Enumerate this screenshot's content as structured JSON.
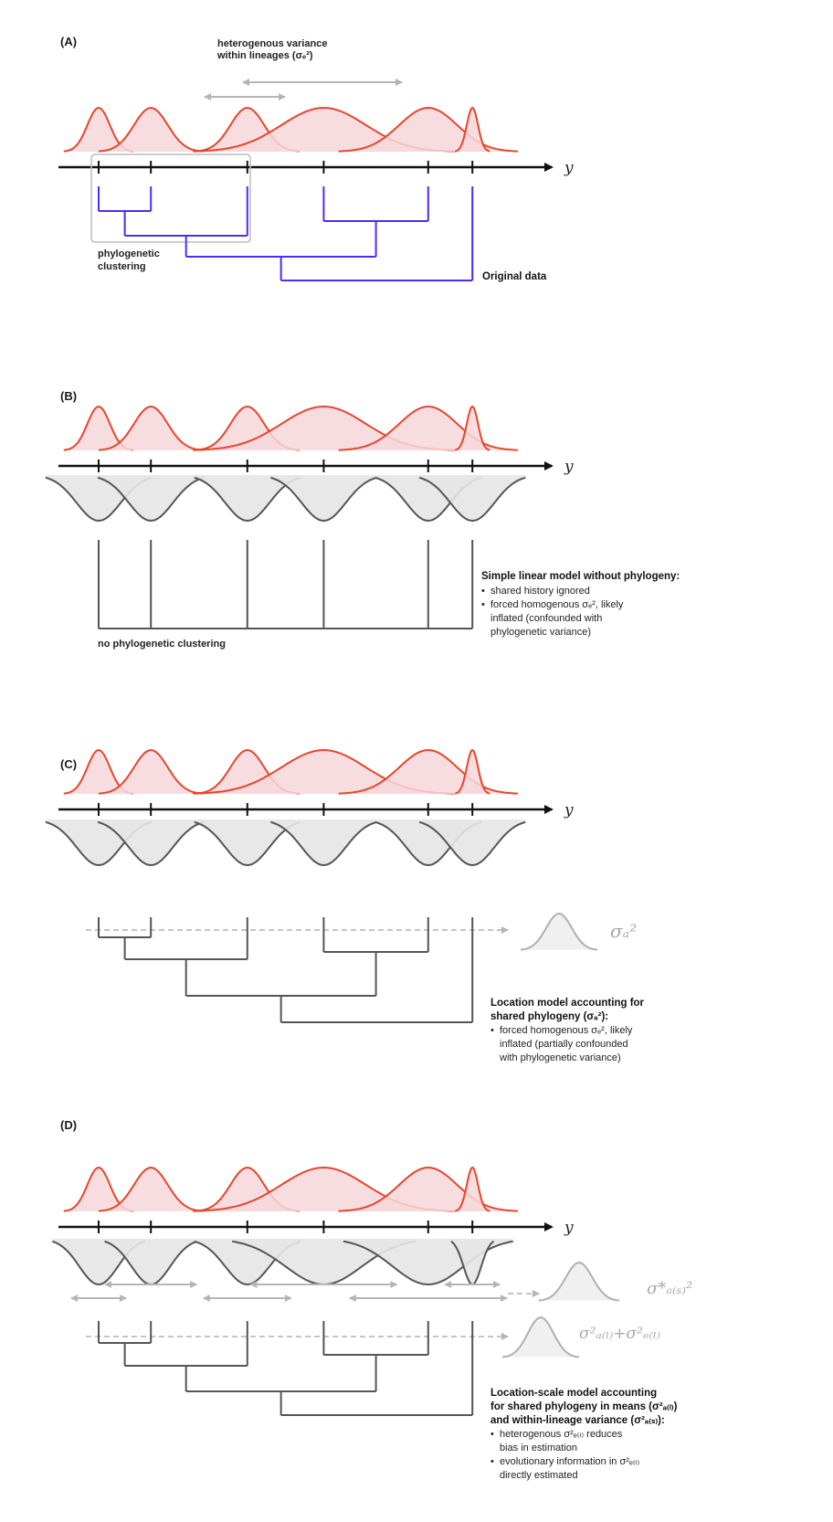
{
  "figure": {
    "axis_label": "y",
    "lineage_means": [
      1.0,
      2.3,
      4.7,
      6.6,
      9.2,
      10.3
    ],
    "lineage_sds": [
      0.28,
      0.42,
      0.42,
      1.05,
      0.72,
      0.14
    ],
    "colors": {
      "observed": "#e8452c",
      "observed_fill": "#f7d7da",
      "phylogeny_a": "#4b2cff",
      "model": "#555555",
      "model_fill": "#e6e6e6",
      "muted": "#aaaaaa"
    }
  },
  "panels": {
    "a": {
      "label": "(A)",
      "variance_note_line1": "heterogenous variance",
      "variance_note_line2": "within lineages (σₑ²)",
      "cluster_label_line1": "phylogenetic",
      "cluster_label_line2": "clustering",
      "caption": "Original data"
    },
    "b": {
      "label": "(B)",
      "title": "Simple linear model without phylogeny:",
      "bullets": [
        "shared history ignored",
        "forced homogenous σₑ², likely",
        "inflated (confounded with",
        "phylogenetic variance)"
      ],
      "bottom_label": "no phylogenetic clustering"
    },
    "c": {
      "label": "(C)",
      "sigma_label": "σₐ²",
      "title_line1": "Location model accounting for",
      "title_line2": "shared phylogeny (σₐ²):",
      "bullets": [
        "forced homogenous σₑ², likely",
        "inflated (partially confounded",
        "with phylogenetic variance)"
      ]
    },
    "d": {
      "label": "(D)",
      "sigma_label_scale": "σ*ₐ₍ₛ₎²",
      "sigma_label_location": "σ²ₐ₍ₗ₎+σ²ₑ₍ₗ₎",
      "title_line1": "Location-scale model accounting",
      "title_line2": "for shared phylogeny in means (σ²ₐ₍ₗ₎)",
      "title_line3": "and within-lineage variance (σ²ₐ₍ₛ₎):",
      "bullets": [
        "heterogenous σ²ₑ₍ₗ₎ reduces",
        "bias in estimation",
        "evolutionary information in σ²ₑ₍ₗ₎",
        "directly estimated"
      ]
    }
  }
}
